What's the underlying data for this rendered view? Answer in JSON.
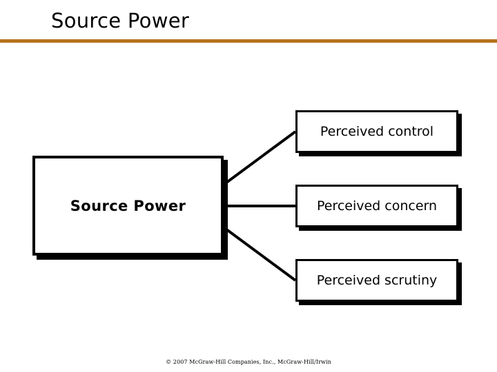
{
  "slide": {
    "title": "Source Power",
    "accent_color": "#b5731c",
    "background_color": "#ffffff",
    "text_color": "#000000"
  },
  "diagram": {
    "type": "fan-out",
    "source": {
      "label": "Source Power",
      "bold": true
    },
    "effects": [
      {
        "label": "Perceived control"
      },
      {
        "label": "Perceived concern"
      },
      {
        "label": "Perceived scrutiny"
      }
    ]
  },
  "footer": {
    "copyright": "© 2007 McGraw-Hill Companies, Inc., McGraw-Hill/Irwin"
  }
}
